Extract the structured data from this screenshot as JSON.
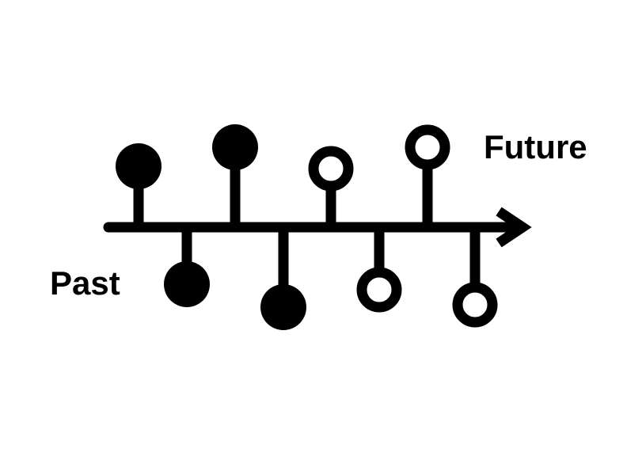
{
  "labels": {
    "past": "Past",
    "future": "Future"
  },
  "colors": {
    "ink": "#000000",
    "background": "#ffffff"
  },
  "events": [
    {
      "name": "event-1",
      "side": "above",
      "state": "filled"
    },
    {
      "name": "event-2",
      "side": "below",
      "state": "filled"
    },
    {
      "name": "event-3",
      "side": "above",
      "state": "filled"
    },
    {
      "name": "event-4",
      "side": "below",
      "state": "filled"
    },
    {
      "name": "event-5",
      "side": "above",
      "state": "hollow"
    },
    {
      "name": "event-6",
      "side": "below",
      "state": "hollow"
    },
    {
      "name": "event-7",
      "side": "above",
      "state": "hollow"
    },
    {
      "name": "event-8",
      "side": "below",
      "state": "hollow"
    }
  ]
}
